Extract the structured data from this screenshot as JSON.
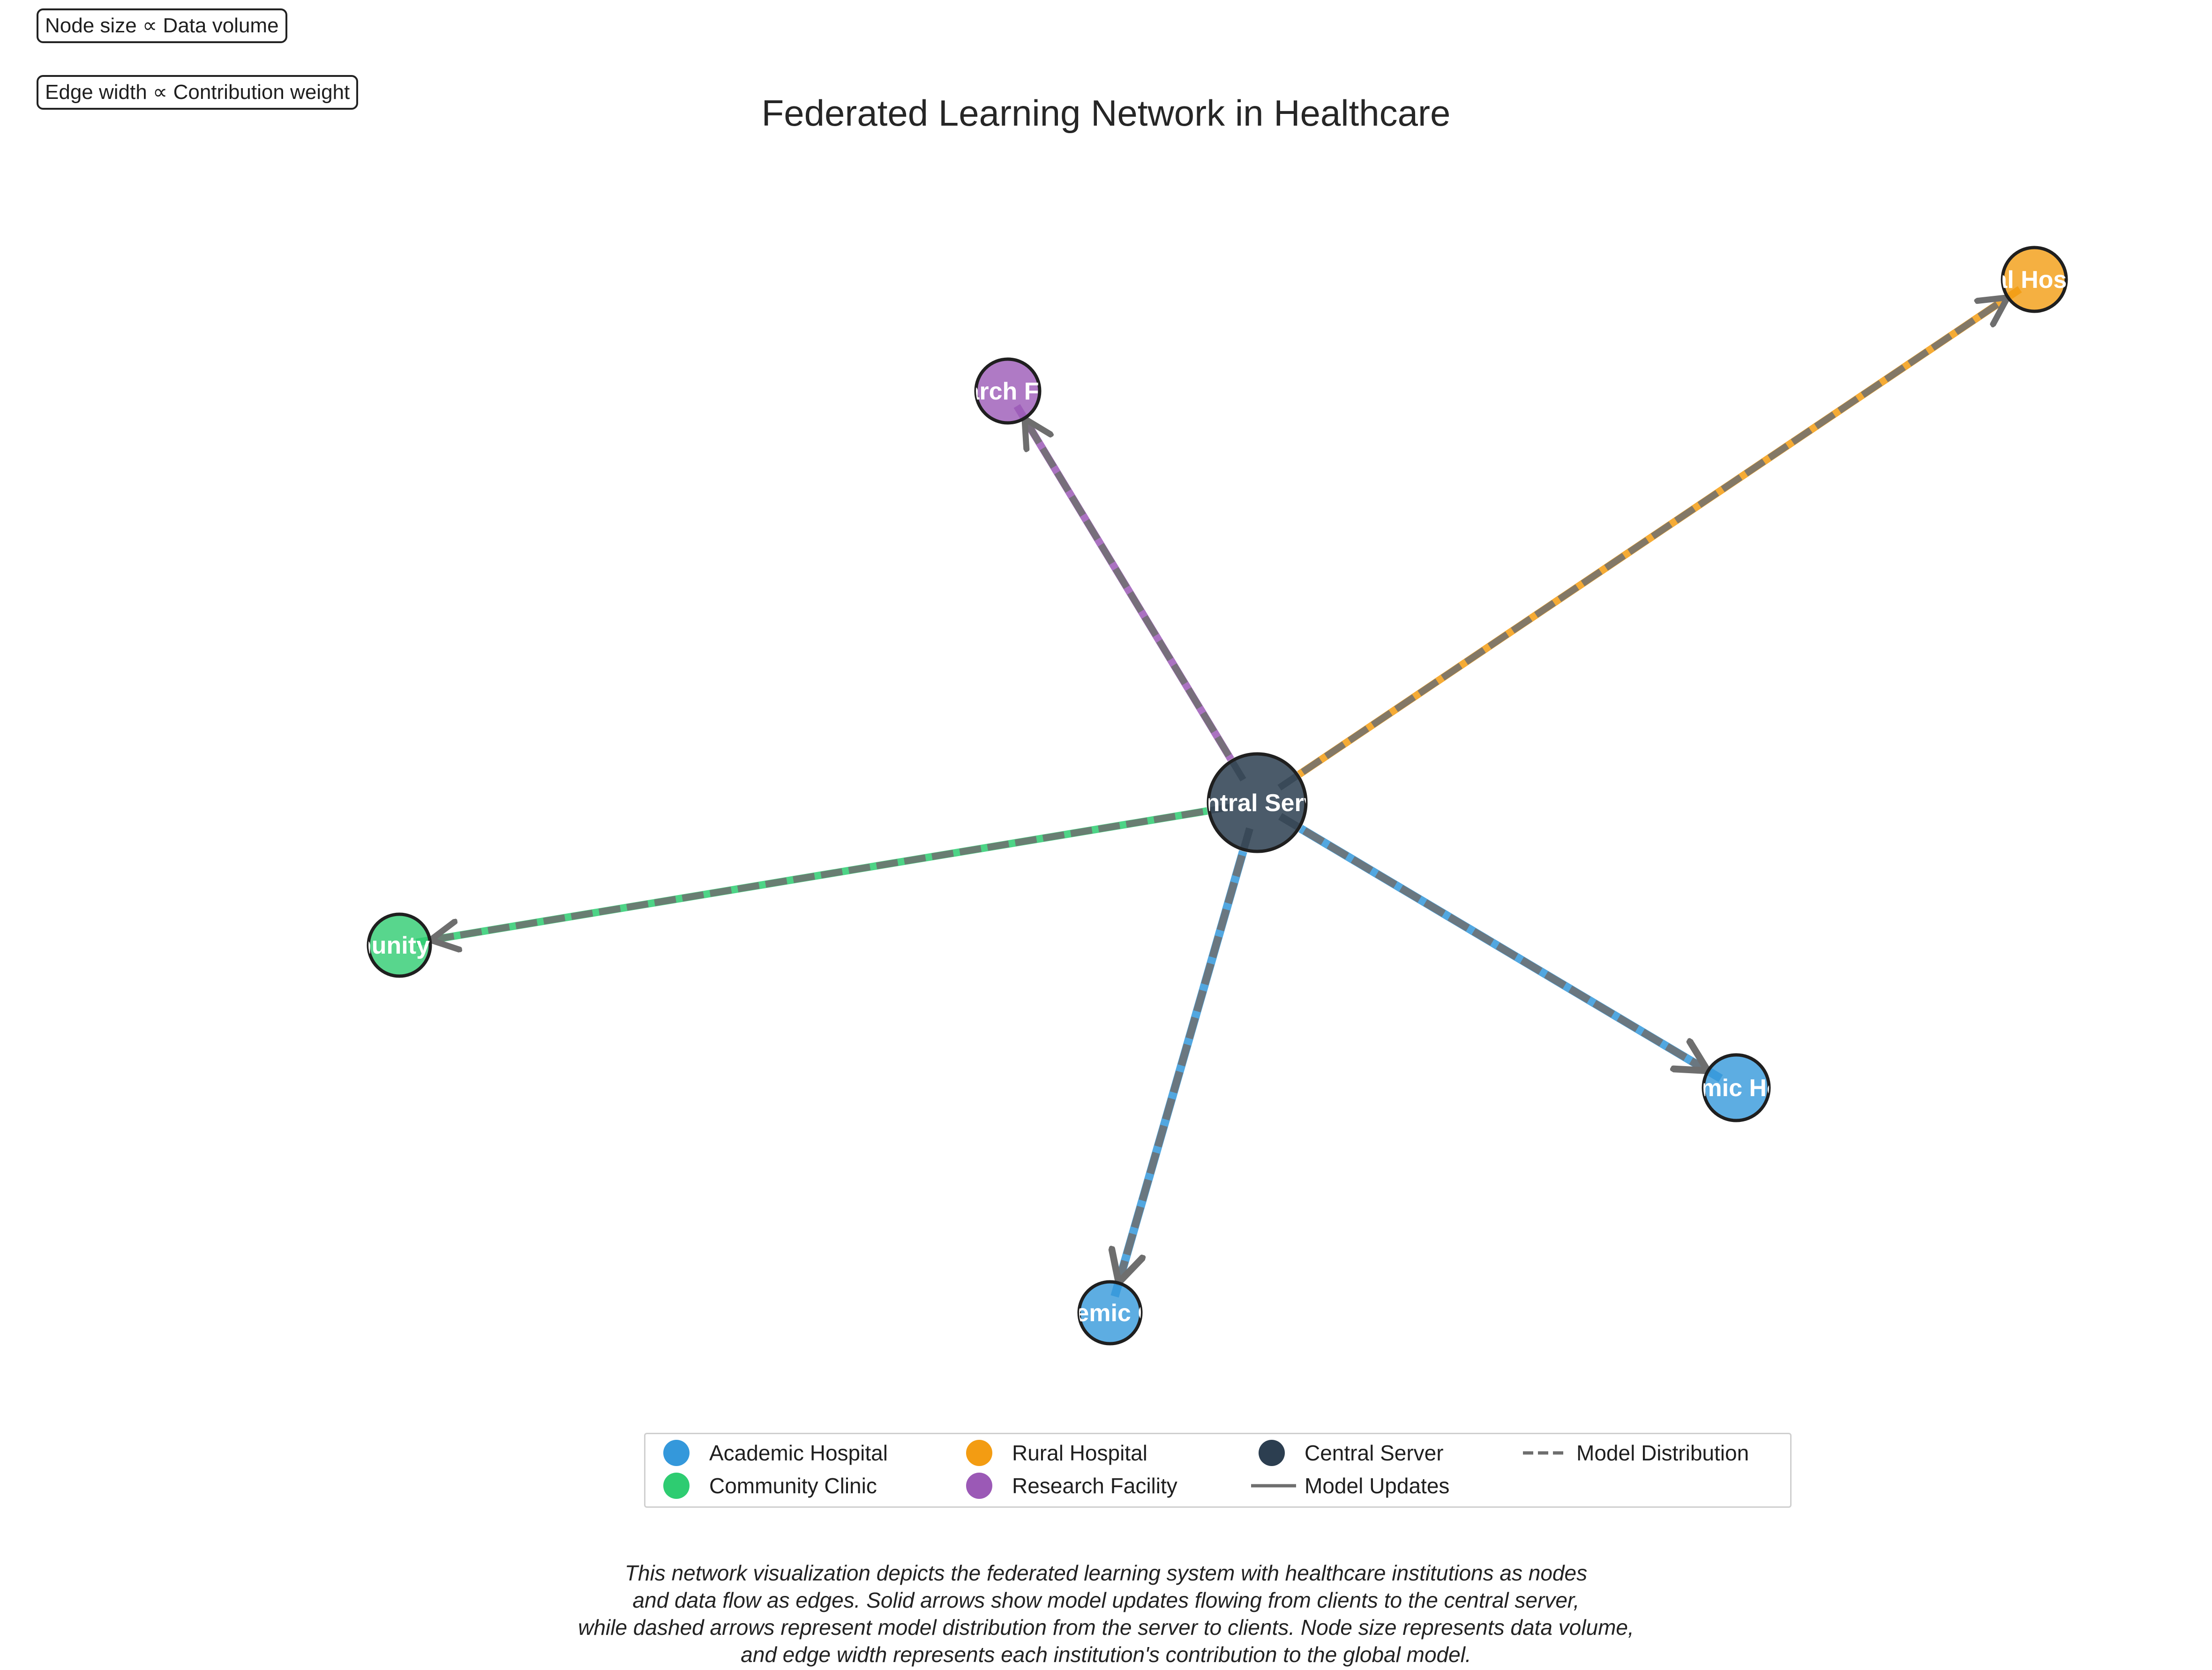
{
  "annotations": {
    "node_size": "Node size ∝ Data volume",
    "edge_width": "Edge width ∝ Contribution weight"
  },
  "title": "Federated Learning Network in Healthcare",
  "colors": {
    "academic_hospital": "#3498db",
    "community_clinic": "#2ecc71",
    "rural_hospital": "#f39c12",
    "research_facility": "#9b59b6",
    "central_server": "#2c3e50",
    "edge_gray": "#6e6e6e"
  },
  "nodes": [
    {
      "id": "central",
      "label": "Central Server",
      "type": "central_server"
    },
    {
      "id": "research",
      "label": "Research Facility",
      "type": "research_facility"
    },
    {
      "id": "rural",
      "label": "Rural Hospital",
      "type": "rural_hospital"
    },
    {
      "id": "community",
      "label": "Community Clinic",
      "type": "community_clinic"
    },
    {
      "id": "academic_hosp",
      "label": "Academic Hospital",
      "type": "academic_hospital"
    },
    {
      "id": "academic_clinic",
      "label": "Academic Clinic",
      "type": "academic_hospital"
    }
  ],
  "edges": [
    {
      "from": "research",
      "to": "central",
      "type": "model_updates"
    },
    {
      "from": "central",
      "to": "research",
      "type": "model_distribution"
    },
    {
      "from": "rural",
      "to": "central",
      "type": "model_updates"
    },
    {
      "from": "central",
      "to": "rural",
      "type": "model_distribution"
    },
    {
      "from": "community",
      "to": "central",
      "type": "model_updates"
    },
    {
      "from": "central",
      "to": "community",
      "type": "model_distribution"
    },
    {
      "from": "academic_hosp",
      "to": "central",
      "type": "model_updates"
    },
    {
      "from": "central",
      "to": "academic_hosp",
      "type": "model_distribution"
    },
    {
      "from": "academic_clinic",
      "to": "central",
      "type": "model_updates"
    },
    {
      "from": "central",
      "to": "academic_clinic",
      "type": "model_distribution"
    }
  ],
  "legend": {
    "academic_hospital": "Academic Hospital",
    "community_clinic": "Community Clinic",
    "rural_hospital": "Rural Hospital",
    "research_facility": "Research Facility",
    "central_server": "Central Server",
    "model_updates": "Model Updates",
    "model_distribution": "Model Distribution"
  },
  "caption": [
    "This network visualization depicts the federated learning system with healthcare institutions as nodes",
    "and data flow as edges. Solid arrows show model updates flowing from clients to the central server,",
    "while dashed arrows represent model distribution from the server to clients. Node size represents data volume,",
    "and edge width represents each institution's contribution to the global model."
  ]
}
